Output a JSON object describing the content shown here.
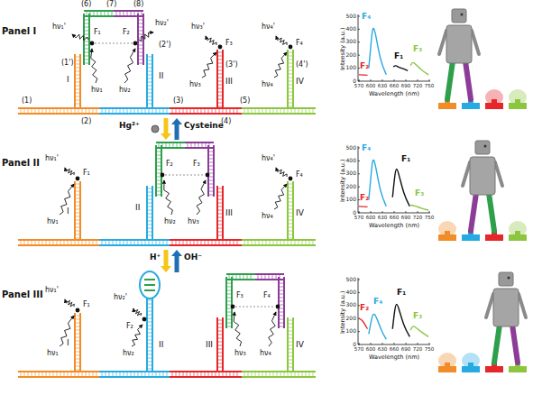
{
  "diagram": {
    "labels": [
      "Panel I",
      "(1)",
      "(2)",
      "(3)",
      "(4)",
      "(5)",
      "(6)",
      "(7)",
      "(8)",
      "(1')",
      "(2')",
      "(3')",
      "(4')",
      "I",
      "II",
      "III",
      "IV",
      "hν₁",
      "hν₂",
      "hν₁'",
      "hν₂'",
      "F₁",
      "F₂",
      "hν₃",
      "hν₃'",
      "F₃",
      "hν₄",
      "hν₄'",
      "F₄",
      "F₂",
      "F₄",
      "F₁",
      "F₃",
      "Intensity (a.u.)",
      "Wavelength (nm)",
      "0",
      "100",
      "200",
      "300",
      "400",
      "500",
      "570",
      "600",
      "630",
      "660",
      "690",
      "720",
      "750",
      "Hg²⁺",
      "Cysteine",
      "Panel II",
      "I",
      "II",
      "III",
      "IV",
      "hν₁'",
      "F₁",
      "hν₁",
      "F₂",
      "F₃",
      "hν₂",
      "hν₃",
      "hν₄'",
      "F₄",
      "hν₄",
      "F₂",
      "F₄",
      "F₁",
      "F₃",
      "Intensity (a.u.)",
      "Wavelength (nm)",
      "0",
      "100",
      "200",
      "300",
      "400",
      "500",
      "570",
      "600",
      "630",
      "660",
      "690",
      "720",
      "750",
      "H⁺",
      "OH⁻",
      "Panel III",
      "I",
      "II",
      "III",
      "IV",
      "hν₁'",
      "F₁",
      "hν₁",
      "hν₂'",
      "F₂",
      "hν₂",
      "F₃",
      "F₄",
      "hν₃",
      "hν₄",
      "F₂",
      "F₄",
      "F₁",
      "F₃",
      "Intensity (a.u.)",
      "Wavelength (nm)",
      "0",
      "100",
      "200",
      "300",
      "400",
      "500",
      "570",
      "600",
      "630",
      "660",
      "690",
      "720",
      "750"
    ]
  }
}
